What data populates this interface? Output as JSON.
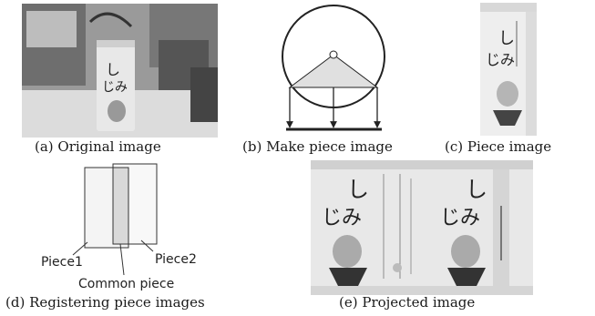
{
  "captions": {
    "a": "(a) Original image",
    "b": "(b) Make piece image",
    "c": "(c) Piece image",
    "d": "(d) Registering piece images",
    "e": "(e) Projected image"
  },
  "diagram_d": {
    "piece1": "Piece1",
    "piece2": "Piece2",
    "common": "Common piece"
  },
  "can_text": {
    "line1": "し",
    "line2": "じみ"
  }
}
